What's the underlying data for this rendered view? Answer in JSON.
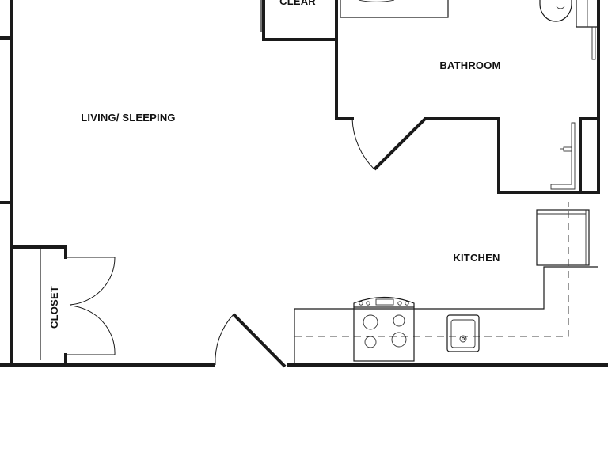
{
  "rooms": {
    "living": "LIVING/ SLEEPING",
    "bathroom": "BATHROOM",
    "kitchen": "KITCHEN",
    "closet": "CLOSET",
    "clear": "CLEAR"
  }
}
